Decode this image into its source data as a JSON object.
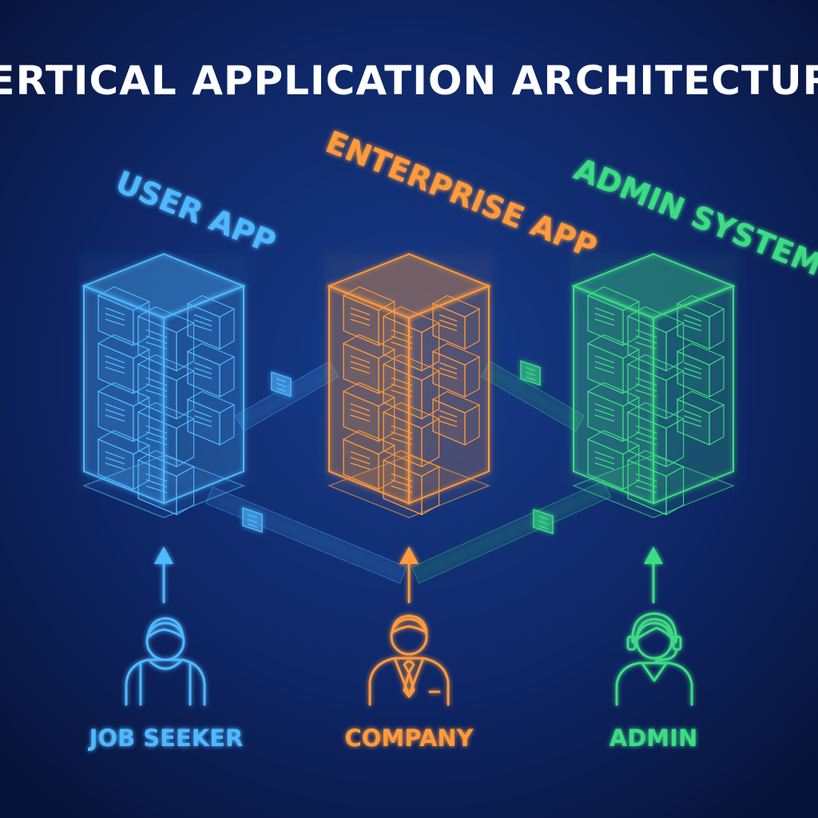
{
  "title": "VERTICAL APPLICATION ARCHITECTURE",
  "colors": {
    "background": "#0b1a4a",
    "user": "#4fb8ff",
    "enterprise": "#ff9a3c",
    "admin": "#3ddc84",
    "title": "#ffffff"
  },
  "apps": [
    {
      "label": "USER APP",
      "color": "#4fb8ff"
    },
    {
      "label": "ENTERPRISE APP",
      "color": "#ff9a3c"
    },
    {
      "label": "ADMIN SYSTEM",
      "color": "#3ddc84"
    }
  ],
  "roles": [
    {
      "label": "JOB SEEKER",
      "icon": "job-seeker-person-icon",
      "color": "#4fb8ff"
    },
    {
      "label": "COMPANY",
      "icon": "businessman-person-icon",
      "color": "#ff9a3c"
    },
    {
      "label": "ADMIN",
      "icon": "headset-person-icon",
      "color": "#3ddc84"
    }
  ],
  "connectors": [
    {
      "from": "USER APP",
      "to": "ENTERPRISE APP"
    },
    {
      "from": "ENTERPRISE APP",
      "to": "ADMIN SYSTEM"
    },
    {
      "from": "USER APP",
      "to": "COMPANY"
    },
    {
      "from": "ADMIN SYSTEM",
      "to": "COMPANY"
    }
  ]
}
